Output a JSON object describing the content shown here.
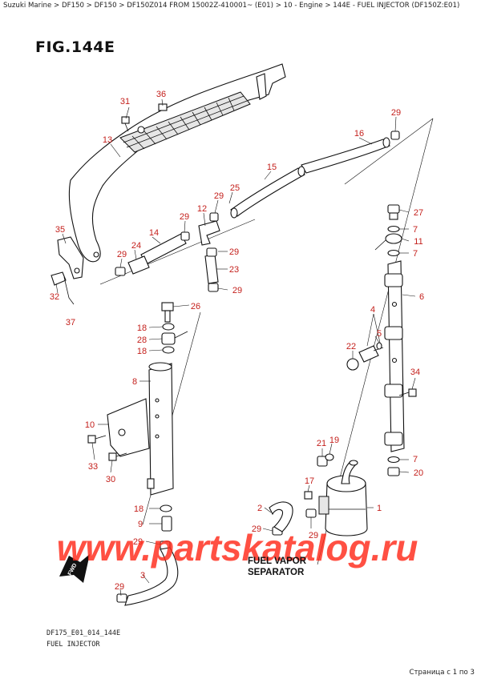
{
  "breadcrumb": "Suzuki Marine > DF150 > DF150 > DF150Z014 FROM 15002Z-410001~ (E01) > 10 - Engine > 144E - FUEL INJECTOR (DF150Z:E01)",
  "figure_title": "FIG.144E",
  "callouts": {
    "c1": "1",
    "c2": "2",
    "c3": "3",
    "c4": "4",
    "c5": "5",
    "c6": "6",
    "c7a": "7",
    "c7b": "7",
    "c7c": "7",
    "c8": "8",
    "c9": "9",
    "c10": "10",
    "c11": "11",
    "c12": "12",
    "c13": "13",
    "c14": "14",
    "c15": "15",
    "c16": "16",
    "c17": "17",
    "c18a": "18",
    "c18b": "18",
    "c18c": "18",
    "c19": "19",
    "c20": "20",
    "c21": "21",
    "c22": "22",
    "c23": "23",
    "c24": "24",
    "c25": "25",
    "c26": "26",
    "c27": "27",
    "c28": "28",
    "c29a": "29",
    "c29b": "29",
    "c29c": "29",
    "c29d": "29",
    "c29e": "29",
    "c29f": "29",
    "c29g": "29",
    "c29h": "29",
    "c29i": "29",
    "c30": "30",
    "c31": "31",
    "c32": "32",
    "c33": "33",
    "c34": "34",
    "c35": "35",
    "c36": "36",
    "c37": "37"
  },
  "fwd_label": "FWD",
  "separator_label_line1": "FUEL VAPOR",
  "separator_label_line2": "SEPARATOR",
  "watermark": "www.partskatalog.ru",
  "drawing_code": "DF175_E01_014_144E",
  "caption": "FUEL INJECTOR",
  "page_info": "Страница с 1 по 3"
}
